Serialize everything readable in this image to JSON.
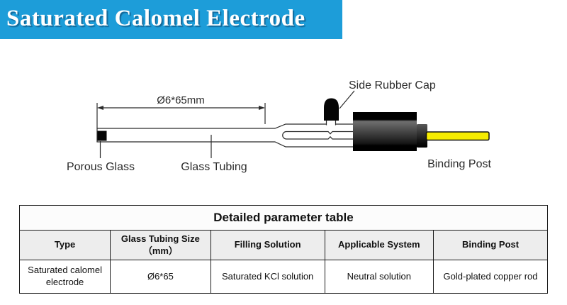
{
  "banner": {
    "title": "Saturated Calomel Electrode",
    "bg_color": "#1d9dd9",
    "text_color": "#ffffff"
  },
  "diagram": {
    "dimension_label": "Ø6*65mm",
    "labels": {
      "side_rubber_cap": "Side Rubber Cap",
      "porous_glass": "Porous Glass",
      "glass_tubing": "Glass Tubing",
      "binding_post": "Binding Post"
    },
    "colors": {
      "line": "#2b2b2b",
      "cap_black": "#050505",
      "body_black": "#000000",
      "binding_post_yellow": "#f6ec00"
    }
  },
  "table": {
    "title": "Detailed parameter table",
    "columns": [
      "Type",
      "Glass Tubing Size（mm）",
      "Filling Solution",
      "Applicable System",
      "Binding Post"
    ],
    "rows": [
      [
        "Saturated calomel electrode",
        "Ø6*65",
        "Saturated KCl solution",
        "Neutral solution",
        "Gold-plated copper rod"
      ]
    ]
  }
}
